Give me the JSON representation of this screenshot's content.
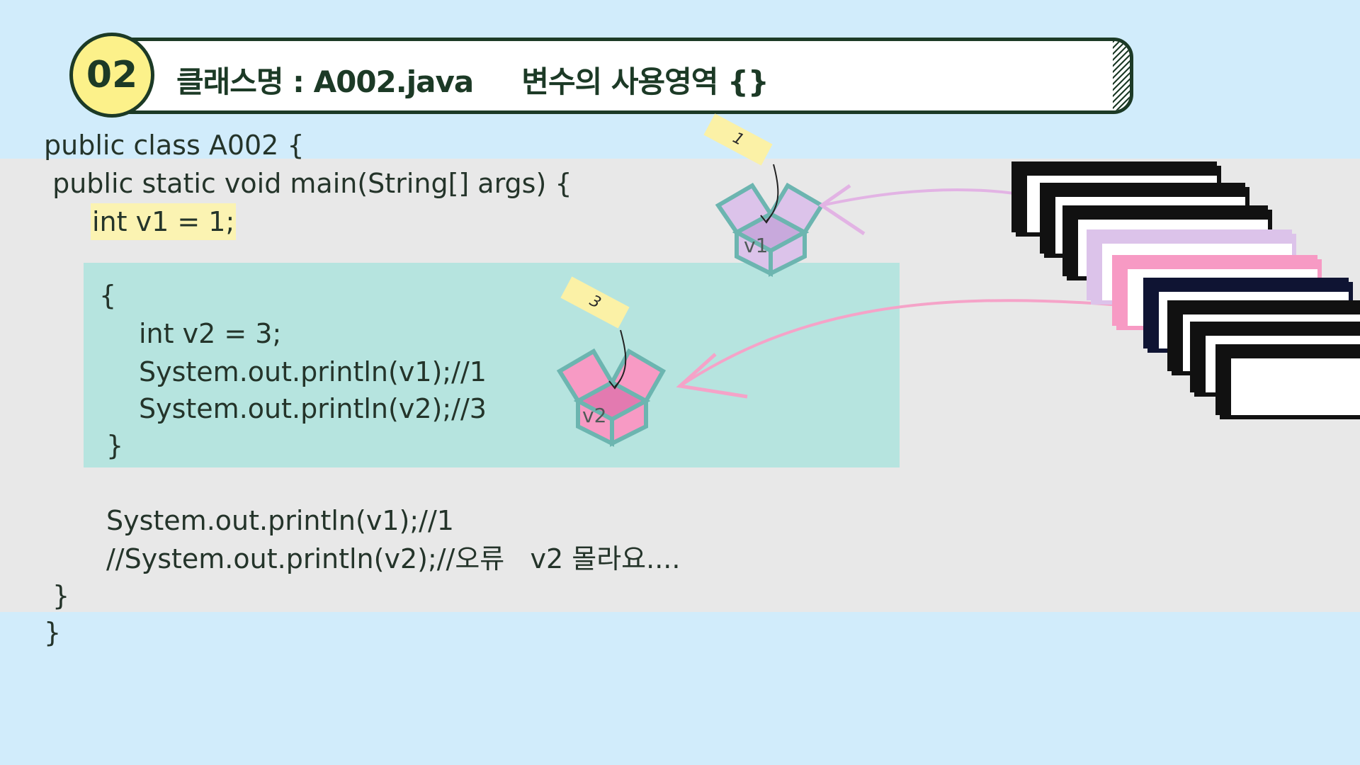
{
  "header": {
    "number": "02",
    "title": "클래스명 : A002.java     변수의 사용영역 {}"
  },
  "code": {
    "line1": "public class A002 {",
    "line2": " public static void main(String[] args) {",
    "line3": "int v1 = 1;",
    "line4": "{",
    "line5": "int v2 = 3;",
    "line6": "System.out.println(v1);//1",
    "line7": "System.out.println(v2);//3",
    "line8": "}",
    "line9": "System.out.println(v1);//1",
    "line10": "//System.out.println(v2);//오류   v2 몰라요....",
    "line11": "}",
    "line12": "}"
  },
  "boxes": [
    {
      "label": "v1",
      "tag": "1",
      "color": "#dcc3ea",
      "icon": "box-icon"
    },
    {
      "label": "v2",
      "tag": "3",
      "color": "#f79ac4",
      "icon": "box-icon"
    }
  ],
  "colors": {
    "background": "#d1ecfb",
    "code_area": "#e8e8e8",
    "block_area": "#b6e4df",
    "highlight": "#fbf3b2",
    "header_border": "#1c3a26",
    "badge": "#fcf18a",
    "arrow_violet": "#e2b3e4",
    "arrow_pink": "#f5a3c8"
  }
}
